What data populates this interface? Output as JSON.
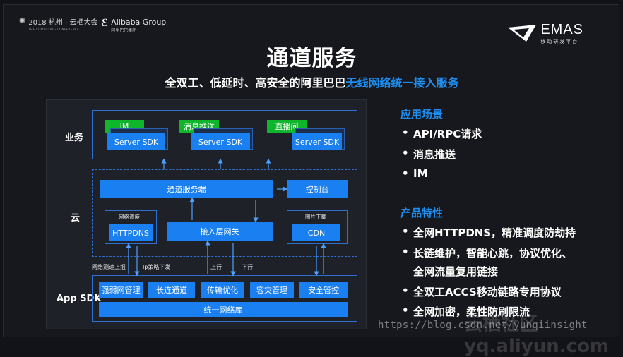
{
  "header": {
    "conference_title": "2018 杭州 · 云栖大会",
    "conference_subtitle": "THE COMPUTING CONFERENCE",
    "group_logo": "Alibaba Group",
    "group_logo_sub": "阿里巴巴集团",
    "product_logo": "EMAS",
    "product_logo_sub": "移动研发平台"
  },
  "title": "通道服务",
  "subtitle_plain": "全双工、低延时、高安全的阿里巴巴",
  "subtitle_highlight": "无线网络统一接入服务",
  "diagram": {
    "rows": {
      "business": "业务",
      "cloud": "云",
      "sdk": "App SDK"
    },
    "business_tags": [
      "IM",
      "消息推送",
      "直播间"
    ],
    "server_sdk": [
      "Server SDK",
      "Server SDK",
      "Server SDK"
    ],
    "cloud": {
      "channel_server": "通道服务端",
      "console": "控制台",
      "dispatch_title": "网络调度",
      "dispatch_box": "HTTPDNS",
      "gateway": "接入层网关",
      "cdn_title": "图片下载",
      "cdn_box": "CDN"
    },
    "connectors": {
      "report": "网络测速上报",
      "ip_policy": "Ip策略下发",
      "up": "上行",
      "down": "下行"
    },
    "sdk_modules": [
      "强弱网管理",
      "长连通道",
      "传输优化",
      "容灾管理",
      "安全管控"
    ],
    "sdk_base": "统一网络库"
  },
  "right": {
    "scenarios_title": "应用场景",
    "scenarios": [
      "API/RPC请求",
      "消息推送",
      "IM"
    ],
    "features_title": "产品特性",
    "features": [
      "全网HTTPDNS，精准调度防劫持",
      "长链维护，智能心跳，协议优化、",
      "全网流量复用链接",
      "全双工ACCS移动链路专用协议",
      "全网加密，柔性防刷限流"
    ],
    "bullet_symbol": "•"
  },
  "watermark": "https://blog.csdn.net/yunqiinsight",
  "watermark_brand": "云栖社区 yq.aliyun.com",
  "colors": {
    "accent": "#1a7ff0",
    "green": "#0fb52a",
    "heading": "#1d8ef2",
    "background": "#17181d"
  }
}
